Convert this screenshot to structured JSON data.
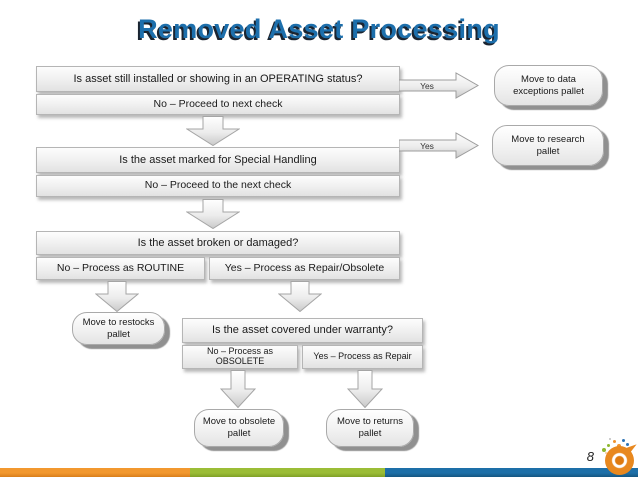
{
  "slide": {
    "title": "Removed Asset Processing",
    "page_number": "8"
  },
  "flow": {
    "check1": {
      "question": "Is asset still installed or showing in an OPERATING status?",
      "no_result": "No – Proceed to next check",
      "yes_label": "Yes"
    },
    "check2": {
      "question": "Is the asset marked for Special Handling",
      "no_result": "No – Proceed to the next check",
      "yes_label": "Yes"
    },
    "check3": {
      "question": "Is the asset broken or damaged?",
      "no_result": "No – Process as ROUTINE",
      "yes_result": "Yes – Process as Repair/Obsolete"
    },
    "check4": {
      "question": "Is the asset covered under warranty?",
      "no_result": "No – Process as OBSOLETE",
      "yes_result": "Yes – Process as Repair"
    },
    "pallets": {
      "data_exceptions": "Move to data exceptions pallet",
      "research": "Move to research pallet",
      "restocks": "Move to restocks pallet",
      "obsolete": "Move to obsolete pallet",
      "returns": "Move to returns pallet"
    }
  },
  "footer": {
    "bar_colors": [
      "#F0922B",
      "#95BA33",
      "#1C6BA0"
    ],
    "title_color": "#1D6FAC"
  }
}
